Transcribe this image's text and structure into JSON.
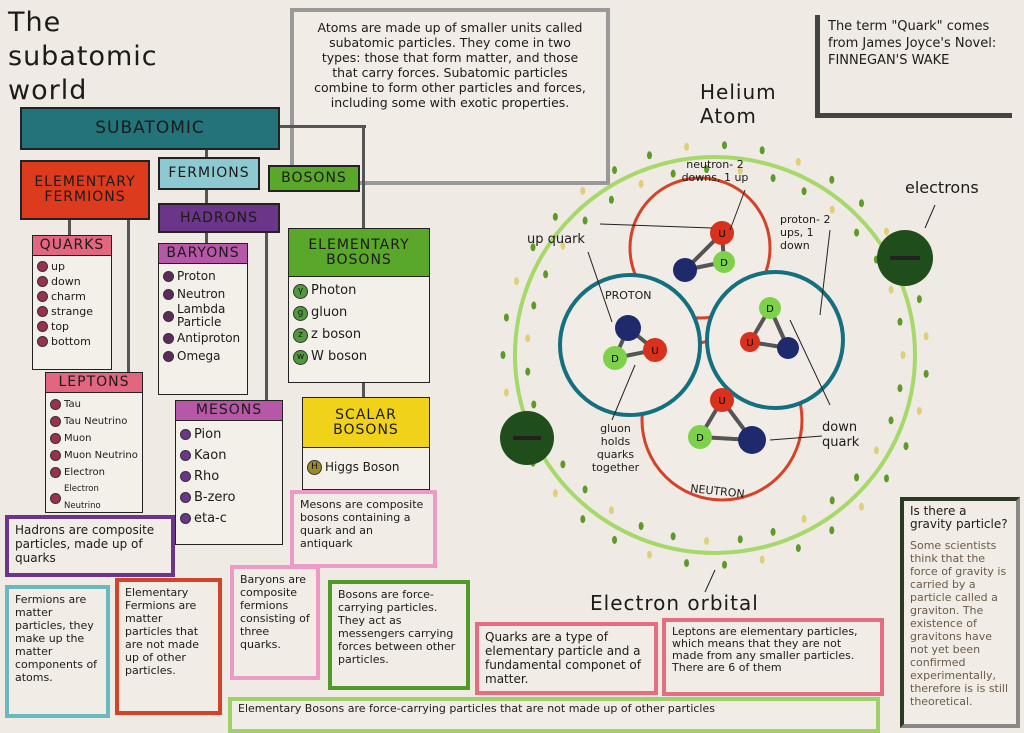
{
  "title": "The subatomic world",
  "intro": "Atoms are made up of smaller units called subatomic particles. They come in two types: those that form matter, and those that carry forces. Subatomic particles combine to form other particles and forces, including some with exotic properties.",
  "quark_note": {
    "text": "The term \"Quark\" comes from James Joyce's Novel:",
    "book": "FINNEGAN'S WAKE"
  },
  "tree": {
    "subatomic": "SUBATOMIC",
    "elementary_fermions": "ELEMENTARY FERMIONS",
    "fermions": "FERMIONS",
    "bosons": "BOSONS",
    "hadrons": "HADRONS",
    "quarks": {
      "title": "QUARKS",
      "items": [
        "up",
        "down",
        "charm",
        "strange",
        "top",
        "bottom"
      ]
    },
    "baryons": {
      "title": "BARYONS",
      "items": [
        "Proton",
        "Neutron",
        "Lambda Particle",
        "Antiproton",
        "Omega"
      ]
    },
    "elementary_bosons": {
      "title": "ELEMENTARY BOSONS",
      "items": [
        "Photon",
        "gluon",
        "z boson",
        "W boson"
      ],
      "symbols": [
        "γ",
        "g",
        "z",
        "w"
      ]
    },
    "leptons": {
      "title": "LEPTONS",
      "items": [
        "Tau",
        "Tau Neutrino",
        "Muon",
        "Muon Neutrino",
        "Electron",
        "Electron Neutrino"
      ]
    },
    "mesons": {
      "title": "MESONS",
      "items": [
        "Pion",
        "Kaon",
        "Rho",
        "B-zero",
        "eta-c"
      ]
    },
    "scalar_bosons": {
      "title": "SCALAR BOSONS",
      "items": [
        "Higgs Boson"
      ],
      "symbols": [
        "H"
      ]
    }
  },
  "notes": {
    "mesons": "Mesons are composite bosons containing a quark and an antiquark",
    "hadrons": "Hadrons are composite particles, made up of quarks",
    "fermions": "Fermions are matter particles, they make up the matter components of atoms.",
    "elementary_fermions": "Elementary Fermions are matter particles that are not made up of other particles.",
    "baryons": "Baryons are composite fermions consisting of three quarks.",
    "bosons": "Bosons are force-carrying particles. They act as messengers carrying forces between other particles.",
    "elementary_bosons": "Elementary Bosons are force-carrying particles that are not made up of other particles",
    "quarks": "Quarks are a type of elementary particle and a fundamental componet of matter.",
    "leptons": "Leptons are elementary particles, which means that they are not made from any smaller particles. There are 6 of them",
    "graviton_title": "Is there a gravity particle?",
    "graviton": "Some scientists think that the force of gravity is carried by a particle called a graviton. The existence of gravitons have not yet been confirmed experimentally, therefore is is still theoretical."
  },
  "atom": {
    "title": "Helium Atom",
    "electrons": "electrons",
    "orbital": "Electron orbital",
    "neutron_label": "neutron- 2 downs, 1 up",
    "proton_label": "proton- 2 ups, 1 down",
    "up_quark": "up quark",
    "down_quark": "down quark",
    "gluon": "gluon holds quarks together",
    "proton": "PROTON",
    "neutron": "NEUTRON",
    "u": "U",
    "d": "D"
  },
  "colors": {
    "up": "#d8311d",
    "down": "#1e2a6b",
    "d_label": "#7ed14a",
    "proton": "#14707f",
    "neutron": "#d2432a",
    "orbital": "#a6d86a"
  }
}
